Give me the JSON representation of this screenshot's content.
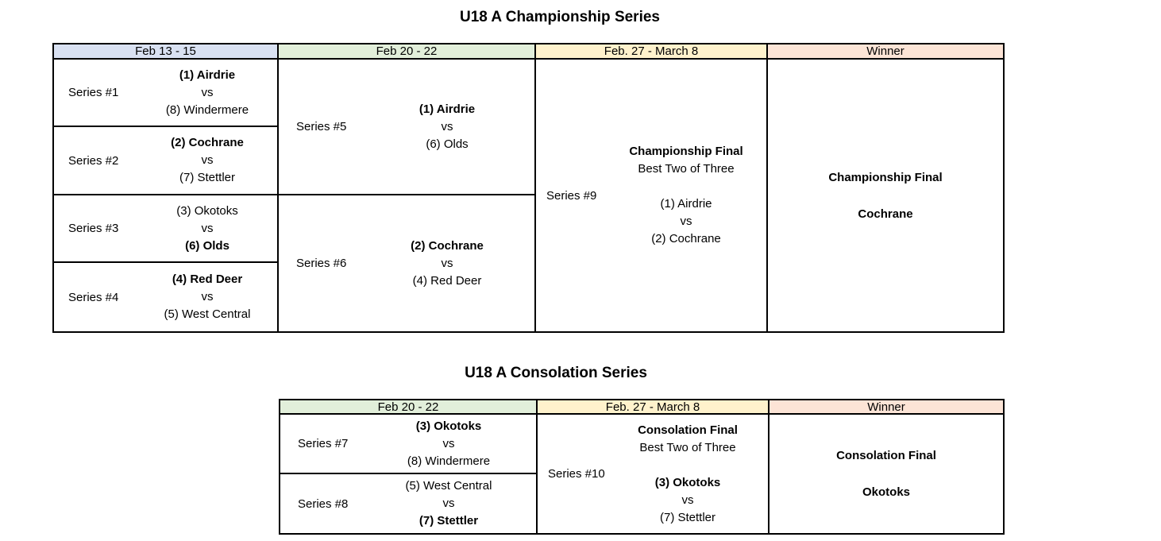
{
  "colors": {
    "header_blue": "#d9e1f2",
    "header_green": "#e2efda",
    "header_yellow": "#fff2cc",
    "header_pink": "#fce4d6",
    "border": "#000000",
    "background": "#ffffff"
  },
  "labels": {
    "vs": "vs"
  },
  "championship": {
    "title": "U18 A Championship Series",
    "headers": [
      "Feb 13 - 15",
      "Feb 20 - 22",
      "Feb. 27 - March 8",
      "Winner"
    ],
    "series": [
      {
        "label": "Series #1",
        "team1": "(1) Airdrie",
        "team2": "(8) Windermere",
        "winner": "team1"
      },
      {
        "label": "Series #2",
        "team1": "(2) Cochrane",
        "team2": "(7) Stettler",
        "winner": "team1"
      },
      {
        "label": "Series #3",
        "team1": "(3) Okotoks",
        "team2": "(6) Olds",
        "winner": "team2"
      },
      {
        "label": "Series #4",
        "team1": "(4) Red Deer",
        "team2": "(5) West Central",
        "winner": "team1"
      },
      {
        "label": "Series #5",
        "team1": "(1) Airdrie",
        "team2": "(6) Olds",
        "winner": "team1"
      },
      {
        "label": "Series #6",
        "team1": "(2) Cochrane",
        "team2": "(4) Red Deer",
        "winner": "team1"
      }
    ],
    "final": {
      "label": "Series #9",
      "title": "Championship Final",
      "subtitle": "Best Two of Three",
      "team1": "(1) Airdrie",
      "team2": "(2) Cochrane"
    },
    "winner": {
      "title": "Championship Final",
      "name": "Cochrane"
    }
  },
  "consolation": {
    "title": "U18 A Consolation Series",
    "headers": [
      "Feb 20 - 22",
      "Feb. 27 - March 8",
      "Winner"
    ],
    "series": [
      {
        "label": "Series #7",
        "team1": "(3) Okotoks",
        "team2": "(8) Windermere",
        "winner": "team1"
      },
      {
        "label": "Series #8",
        "team1": "(5) West Central",
        "team2": "(7) Stettler",
        "winner": "team2"
      }
    ],
    "final": {
      "label": "Series #10",
      "title": "Consolation Final",
      "subtitle": "Best Two of Three",
      "team1": "(3) Okotoks",
      "team2": "(7) Stettler",
      "winner": "team1"
    },
    "winner": {
      "title": "Consolation Final",
      "name": "Okotoks"
    }
  }
}
